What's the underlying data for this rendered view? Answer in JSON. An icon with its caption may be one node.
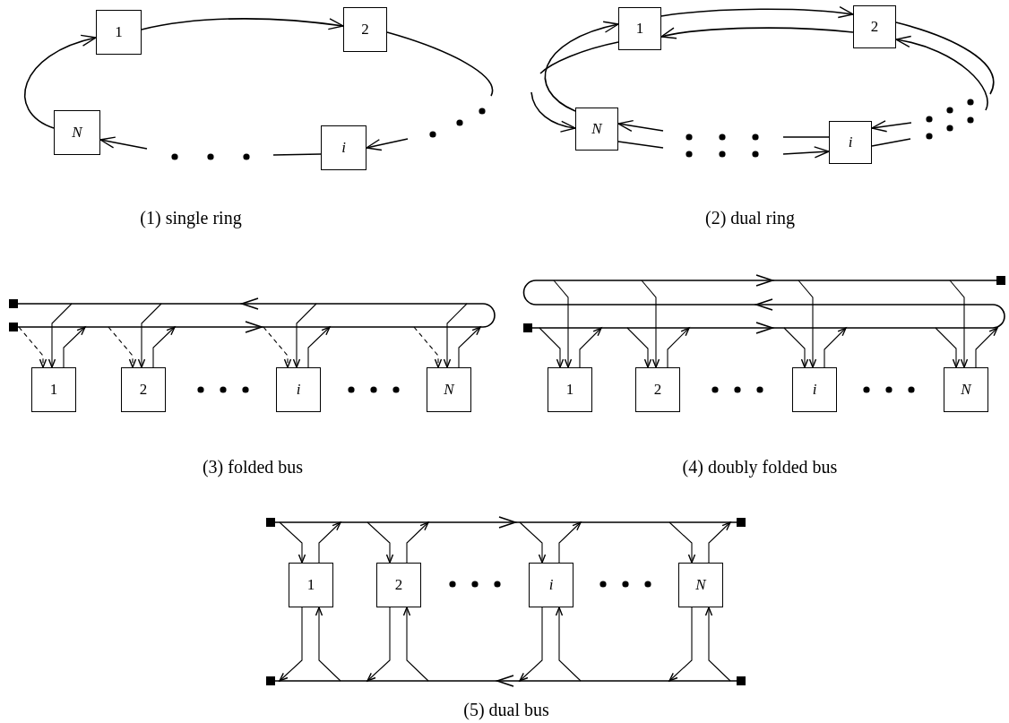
{
  "diagram": {
    "nodes": [
      {
        "text": [
          "1"
        ]
      },
      {
        "text": [
          "2"
        ]
      },
      {
        "text": [
          "N"
        ]
      },
      {
        "text": [
          "i"
        ]
      },
      {
        "text": [
          "1"
        ]
      },
      {
        "text": [
          "2"
        ]
      },
      {
        "text": [
          "N"
        ]
      },
      {
        "text": [
          "i"
        ]
      },
      {
        "text": [],
        "shape": "bar"
      },
      {
        "text": [
          "1"
        ]
      },
      {
        "text": [
          "2"
        ]
      },
      {
        "text": [
          "i"
        ]
      },
      {
        "text": [
          "N"
        ]
      },
      {
        "text": [],
        "shape": "bar"
      },
      {
        "text": [
          "1"
        ]
      },
      {
        "text": [
          "2"
        ]
      },
      {
        "text": [
          "i"
        ]
      },
      {
        "text": [
          "N"
        ]
      },
      {
        "text": [],
        "shape": "bar"
      },
      {
        "text": [
          "1"
        ]
      },
      {
        "text": [
          "2"
        ]
      },
      {
        "text": [
          "i"
        ]
      },
      {
        "text": [
          "N"
        ]
      },
      {
        "text": [],
        "shape": "bar"
      }
    ],
    "edges": [
      {
        "from": 2,
        "to": 0,
        "arrow": "to"
      },
      {
        "from": 0,
        "to": 1,
        "arrow": "to"
      },
      {
        "from": 1,
        "to": null,
        "arrow": "none"
      },
      {
        "from": null,
        "to": 3,
        "arrow": "to"
      },
      {
        "from": 3,
        "to": null,
        "arrow": "none"
      },
      {
        "from": null,
        "to": 2,
        "arrow": "to"
      },
      {
        "from": 6,
        "to": 4,
        "arrow": "to"
      },
      {
        "from": 4,
        "to": 5,
        "arrow": "to"
      },
      {
        "from": 5,
        "to": null,
        "arrow": "none"
      },
      {
        "from": null,
        "to": 7,
        "arrow": "to"
      },
      {
        "from": 7,
        "to": null,
        "arrow": "none"
      },
      {
        "from": null,
        "to": 6,
        "arrow": "to"
      },
      {
        "from": 5,
        "to": 4,
        "arrow": "to"
      },
      {
        "from": 4,
        "to": null,
        "arrow": "none"
      },
      {
        "from": null,
        "to": 6,
        "arrow": "to"
      },
      {
        "from": 6,
        "to": null,
        "arrow": "none"
      },
      {
        "from": null,
        "to": 7,
        "arrow": "to"
      },
      {
        "from": 7,
        "to": null,
        "arrow": "none"
      },
      {
        "from": null,
        "to": 5,
        "arrow": "to"
      },
      {
        "from": 8,
        "to": 9,
        "arrow": "to"
      },
      {
        "from": 8,
        "to": 9,
        "arrow": "to",
        "style": "dashed"
      },
      {
        "from": 9,
        "to": 8,
        "arrow": "to"
      },
      {
        "from": 8,
        "to": 10,
        "arrow": "to"
      },
      {
        "from": 8,
        "to": 10,
        "arrow": "to",
        "style": "dashed"
      },
      {
        "from": 10,
        "to": 8,
        "arrow": "to"
      },
      {
        "from": 8,
        "to": 11,
        "arrow": "to"
      },
      {
        "from": 8,
        "to": 11,
        "arrow": "to",
        "style": "dashed"
      },
      {
        "from": 11,
        "to": 8,
        "arrow": "to"
      },
      {
        "from": 8,
        "to": 12,
        "arrow": "to"
      },
      {
        "from": 8,
        "to": 12,
        "arrow": "to",
        "style": "dashed"
      },
      {
        "from": 12,
        "to": 8,
        "arrow": "to"
      },
      {
        "from": 13,
        "to": 14,
        "arrow": "to"
      },
      {
        "from": 13,
        "to": 14,
        "arrow": "to"
      },
      {
        "from": 14,
        "to": 13,
        "arrow": "to"
      },
      {
        "from": 13,
        "to": 15,
        "arrow": "to"
      },
      {
        "from": 13,
        "to": 15,
        "arrow": "to"
      },
      {
        "from": 15,
        "to": 13,
        "arrow": "to"
      },
      {
        "from": 13,
        "to": 16,
        "arrow": "to"
      },
      {
        "from": 13,
        "to": 16,
        "arrow": "to"
      },
      {
        "from": 16,
        "to": 13,
        "arrow": "to"
      },
      {
        "from": 13,
        "to": 17,
        "arrow": "to"
      },
      {
        "from": 13,
        "to": 17,
        "arrow": "to"
      },
      {
        "from": 17,
        "to": 13,
        "arrow": "to"
      },
      {
        "from": 18,
        "to": 19,
        "arrow": "to"
      },
      {
        "from": 19,
        "to": 18,
        "arrow": "to"
      },
      {
        "from": 19,
        "to": 23,
        "arrow": "to"
      },
      {
        "from": 23,
        "to": 19,
        "arrow": "to"
      },
      {
        "from": 18,
        "to": 20,
        "arrow": "to"
      },
      {
        "from": 20,
        "to": 18,
        "arrow": "to"
      },
      {
        "from": 20,
        "to": 23,
        "arrow": "to"
      },
      {
        "from": 23,
        "to": 20,
        "arrow": "to"
      },
      {
        "from": 18,
        "to": 21,
        "arrow": "to"
      },
      {
        "from": 21,
        "to": 18,
        "arrow": "to"
      },
      {
        "from": 21,
        "to": 23,
        "arrow": "to"
      },
      {
        "from": 23,
        "to": 21,
        "arrow": "to"
      },
      {
        "from": 18,
        "to": 22,
        "arrow": "to"
      },
      {
        "from": 22,
        "to": 18,
        "arrow": "to"
      },
      {
        "from": 22,
        "to": 23,
        "arrow": "to"
      },
      {
        "from": 23,
        "to": 22,
        "arrow": "to"
      }
    ],
    "labels": [
      "(1) single ring",
      "(2) dual ring",
      "(3) folded bus",
      "(4) doubly folded bus",
      "(5) dual bus"
    ]
  }
}
